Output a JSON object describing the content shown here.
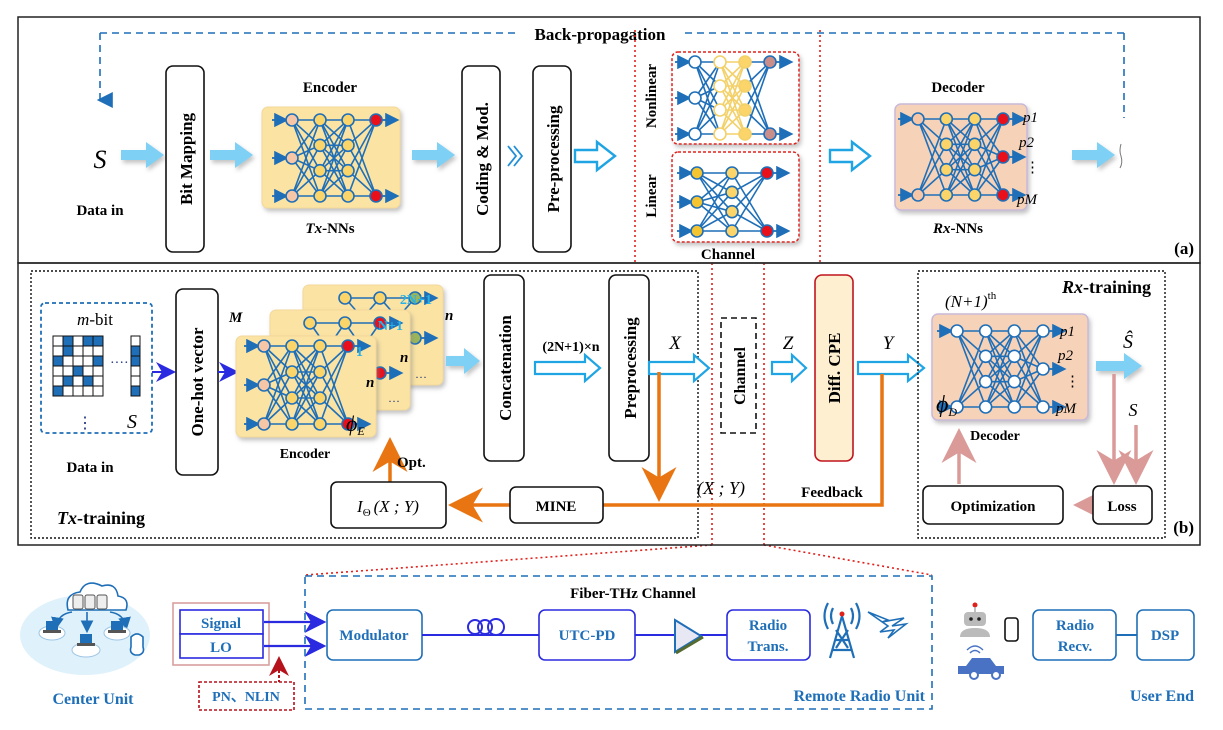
{
  "panel_a": {
    "label": "(a)",
    "backprop_label": "Back-propagation",
    "input_symbol": "S",
    "data_in": "Data in",
    "bit_mapping": "Bit Mapping",
    "encoder_title": "Encoder",
    "encoder_caption_italic": "Tx",
    "encoder_caption_rest": "-NNs",
    "coding_mod": "Coding & Mod.",
    "preprocessing": "Pre-processing",
    "channel_nonlinear": "Nonlinear",
    "channel_linear": "Linear",
    "channel_label": "Channel",
    "decoder_title": "Decoder",
    "decoder_caption_italic": "Rx",
    "decoder_caption_rest": "-NNs",
    "outputs": [
      "p1",
      "p2",
      "⋮",
      "pM"
    ]
  },
  "panel_b": {
    "label": "(b)",
    "tx_training_italic": "Tx",
    "tx_training_rest": "-training",
    "rx_training_italic": "Rx",
    "rx_training_rest": "-training",
    "mbit_italic": "m",
    "mbit_rest": "-bit",
    "data_symbol": "S",
    "data_in": "Data in",
    "one_hot": "One-hot vector",
    "M_label": "M",
    "encoder_stack_labels": [
      "1",
      "N+1",
      "2N+1"
    ],
    "n_label": "n",
    "phi_E": "ϕ",
    "phi_E_sub": "E",
    "encoder_caption": "Encoder",
    "concatenation": "Concatenation",
    "concat_dim": "(2N+1)×n",
    "preprocessing": "Preprocessing",
    "X_label": "X",
    "channel": "Channel",
    "Z_label": "Z",
    "diff_cpe": "Diff. CPE",
    "Y_label": "Y",
    "opt_label": "Opt.",
    "mi_estimate": "I",
    "mi_sub": "Θ",
    "mi_args": "(X ; Y)",
    "mine": "MINE",
    "xy_pair": "(X ; Y)",
    "feedback": "Feedback",
    "decoder_superscript_base": "(N+1)",
    "decoder_superscript": "th",
    "phi_D": "ϕ",
    "phi_D_sub": "D",
    "decoder_caption": "Decoder",
    "outputs": [
      "p1",
      "p2",
      "⋮",
      "pM"
    ],
    "s_hat": "Ŝ",
    "s_label": "S",
    "optimization": "Optimization",
    "loss": "Loss"
  },
  "bottom": {
    "center_unit": "Center Unit",
    "signal": "Signal",
    "lo": "LO",
    "impairments": "PN、NLIN",
    "fiber_thz_title": "Fiber-THz Channel",
    "modulator": "Modulator",
    "utc_pd": "UTC-PD",
    "radio_trans_1": "Radio",
    "radio_trans_2": "Trans.",
    "remote_radio_unit": "Remote Radio Unit",
    "radio_recv_1": "Radio",
    "radio_recv_2": "Recv.",
    "dsp": "DSP",
    "user_end": "User End"
  },
  "colors": {
    "blue_accent": "#1f6fb8",
    "light_arrow": "#7fd0f5",
    "orange": "#e87511",
    "pink_arrow": "#d99a98",
    "red_dotted": "#e0201b",
    "encoder_bg": "#fbe3a3",
    "decoder_bg": "#f6d2b8",
    "cpe_bg": "#fdefd0",
    "signal_blue": "#2a2ae0"
  }
}
